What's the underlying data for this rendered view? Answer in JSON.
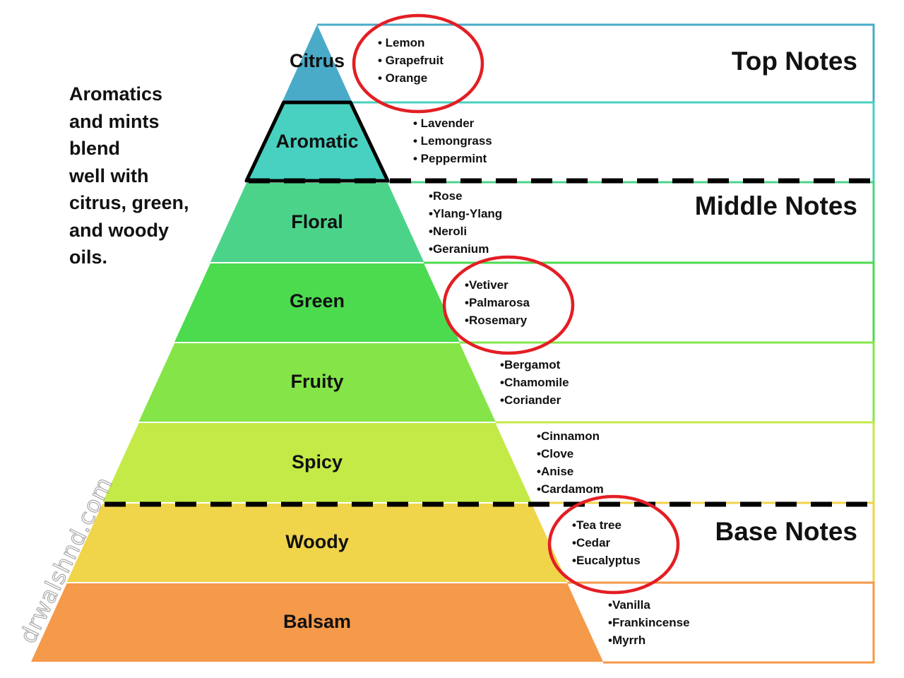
{
  "side_note": {
    "lines": [
      "Aromatics",
      "and mints",
      "blend",
      "well with",
      "citrus, green,",
      "and woody",
      "oils."
    ]
  },
  "sections": {
    "top": "Top Notes",
    "middle": "Middle Notes",
    "base": "Base Notes"
  },
  "levels": [
    {
      "name": "Citrus",
      "color": "#4AABC9",
      "items": [
        "• Lemon",
        "• Grapefruit",
        "• Orange"
      ],
      "circled": true
    },
    {
      "name": "Aromatic",
      "color": "#48D1C0",
      "items": [
        "• Lavender",
        "• Lemongrass",
        "• Peppermint"
      ],
      "circled": false
    },
    {
      "name": "Floral",
      "color": "#4CD38A",
      "items": [
        "•Rose",
        "•Ylang-Ylang",
        "•Neroli",
        "•Geranium"
      ],
      "circled": false
    },
    {
      "name": "Green",
      "color": "#4CDB4F",
      "items": [
        "•Vetiver",
        "•Palmarosa",
        "•Rosemary"
      ],
      "circled": true
    },
    {
      "name": "Fruity",
      "color": "#85E548",
      "items": [
        "•Bergamot",
        "•Chamomile",
        "•Coriander"
      ],
      "circled": false
    },
    {
      "name": "Spicy",
      "color": "#C3EA47",
      "items": [
        "•Cinnamon",
        "•Clove",
        "•Anise",
        "•Cardamom"
      ],
      "circled": false
    },
    {
      "name": "Woody",
      "color": "#F0D44A",
      "items": [
        "•Tea tree",
        "•Cedar",
        "•Eucalyptus"
      ],
      "circled": true
    },
    {
      "name": "Balsam",
      "color": "#F5994A",
      "items": [
        "•Vanilla",
        "•Frankincense",
        "•Myrrh"
      ],
      "circled": false
    }
  ],
  "colors": {
    "highlight_circle": "#E31E24",
    "divider": "#000000"
  },
  "watermark": "drwalshnd.com"
}
